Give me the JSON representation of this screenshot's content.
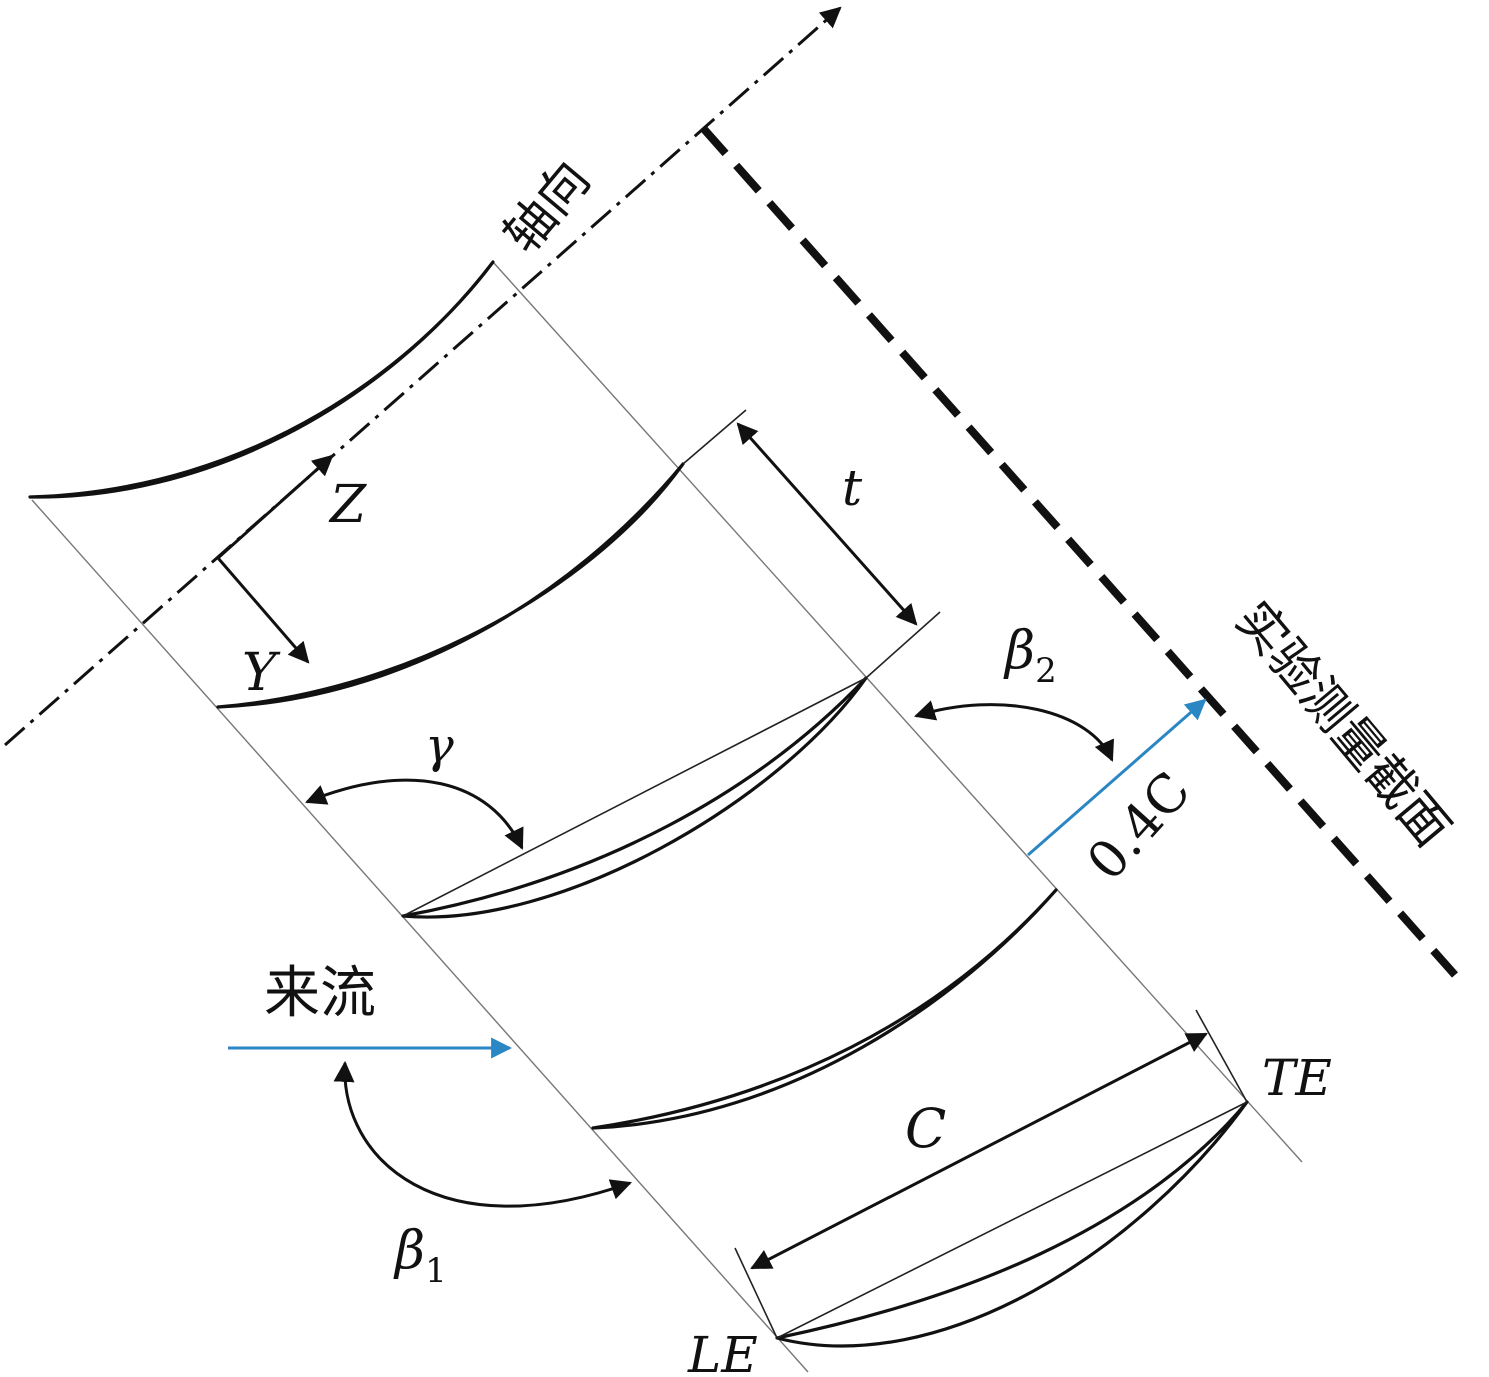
{
  "labels": {
    "axial": "轴向",
    "z_axis": "Z",
    "y_axis": "Y",
    "pitch": "t",
    "beta2": "β",
    "beta2_sub": "2",
    "beta1": "β",
    "beta1_sub": "1",
    "gamma": "γ",
    "inflow": "来流",
    "plane_offset": "0.4C",
    "chord": "C",
    "leading_edge": "LE",
    "trailing_edge": "TE",
    "measurement_plane": "实验测量截面"
  },
  "colors": {
    "blade": "#111111",
    "flow_arrow": "#2b86c4",
    "guide_line": "#777777"
  },
  "blade_count": 5
}
